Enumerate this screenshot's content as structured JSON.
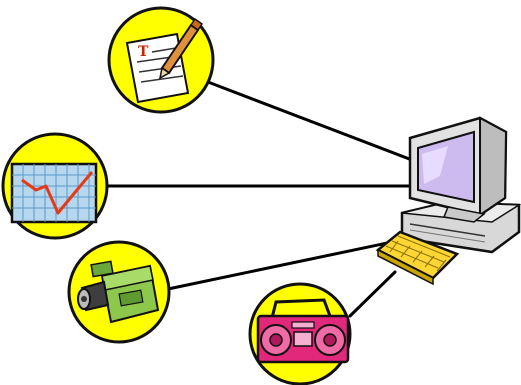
{
  "diagram": {
    "connection_color": "#000000",
    "circle_fill": "#ffff00",
    "circle_stroke": "#111111",
    "nodes": [
      {
        "id": "document",
        "icon": "document-with-pen-icon",
        "letter": "T"
      },
      {
        "id": "chart",
        "icon": "line-chart-icon"
      },
      {
        "id": "camcorder",
        "icon": "camcorder-icon"
      },
      {
        "id": "boombox",
        "icon": "boombox-radio-icon"
      },
      {
        "id": "computer",
        "icon": "desktop-computer-icon"
      }
    ]
  }
}
